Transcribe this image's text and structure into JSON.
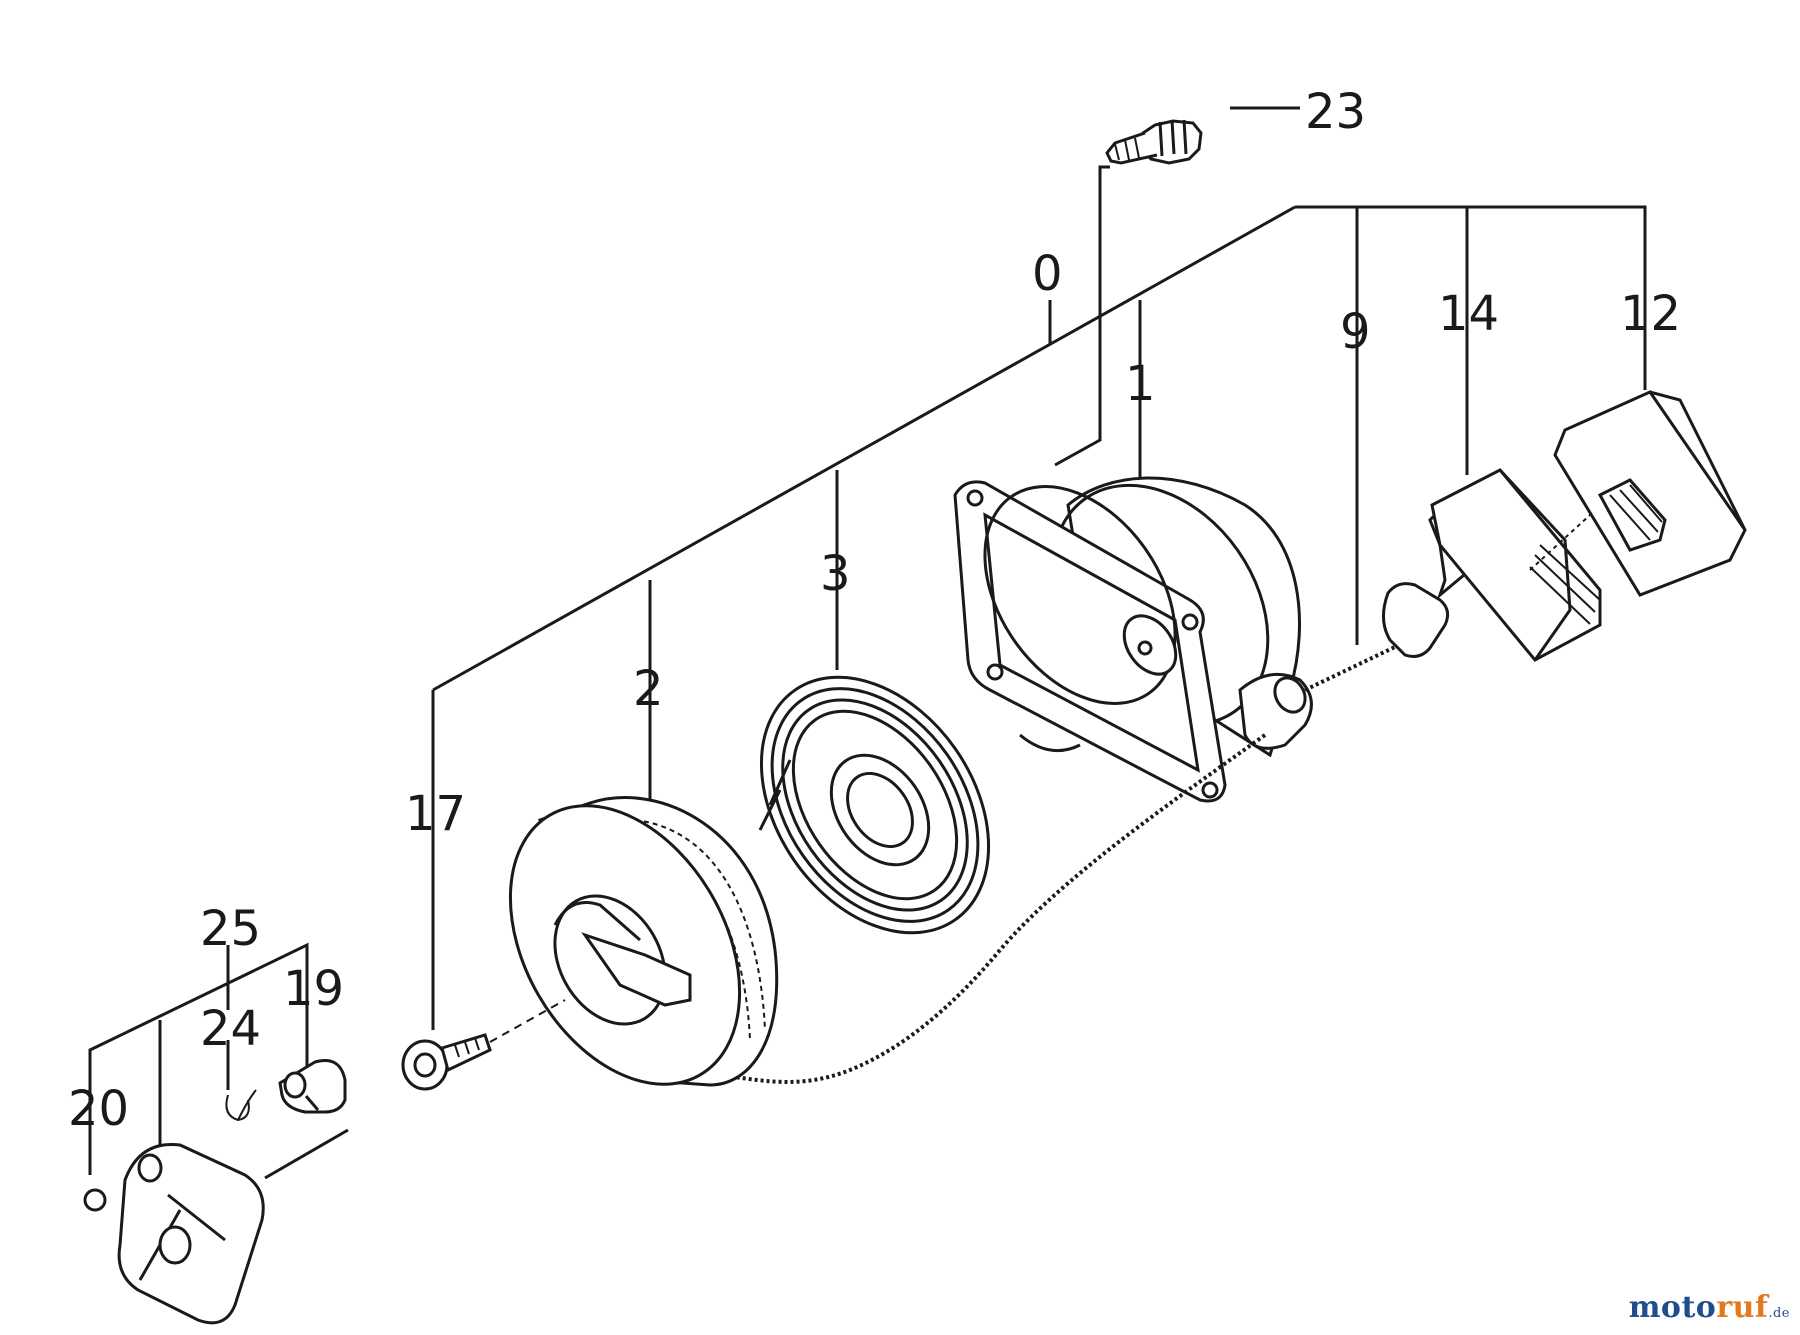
{
  "diagram": {
    "type": "exploded-parts-view",
    "callouts": {
      "p0": "0",
      "p1": "1",
      "p2": "2",
      "p3": "3",
      "p9": "9",
      "p12": "12",
      "p14": "14",
      "p17": "17",
      "p19": "19",
      "p20": "20",
      "p23": "23",
      "p24": "24",
      "p25": "25"
    }
  },
  "watermark": {
    "main": "moto",
    "accent": "ruf",
    "tld": ".de"
  }
}
